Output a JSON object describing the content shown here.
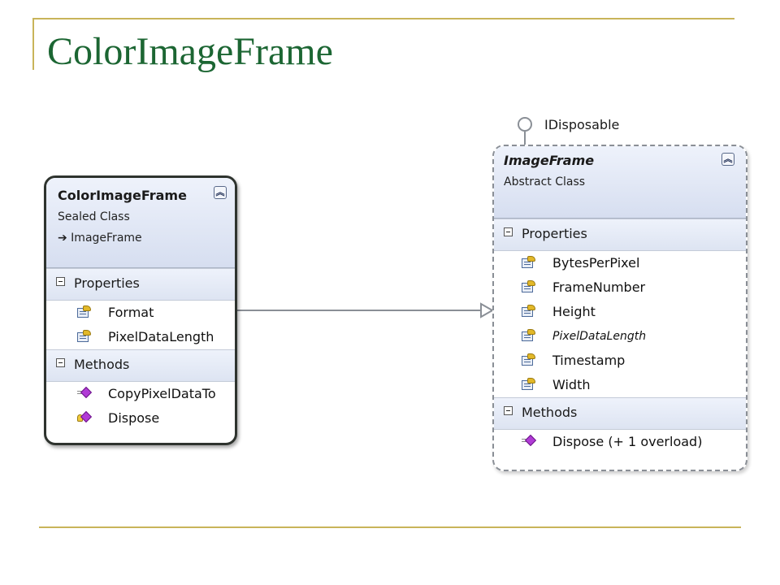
{
  "slide": {
    "title": "ColorImageFrame"
  },
  "diagram": {
    "derived_class": {
      "name": "ColorImageFrame",
      "kind": "Sealed Class",
      "base": "➔ ImageFrame",
      "properties_header": "Properties",
      "properties": [
        "Format",
        "PixelDataLength"
      ],
      "methods_header": "Methods",
      "methods": [
        "CopyPixelDataTo",
        "Dispose"
      ]
    },
    "base_class": {
      "name": "ImageFrame",
      "kind": "Abstract Class",
      "properties_header": "Properties",
      "properties": [
        "BytesPerPixel",
        "FrameNumber",
        "Height",
        "PixelDataLength",
        "Timestamp",
        "Width"
      ],
      "methods_header": "Methods",
      "methods": [
        "Dispose (+ 1 overload)"
      ]
    },
    "interface_label": "IDisposable",
    "colors": {
      "title": "#1c6633",
      "rule": "#c8b45a",
      "header_gradient": "#d6def0",
      "method_icon": "#b13bd6",
      "property_icon": "#e2b829"
    }
  }
}
